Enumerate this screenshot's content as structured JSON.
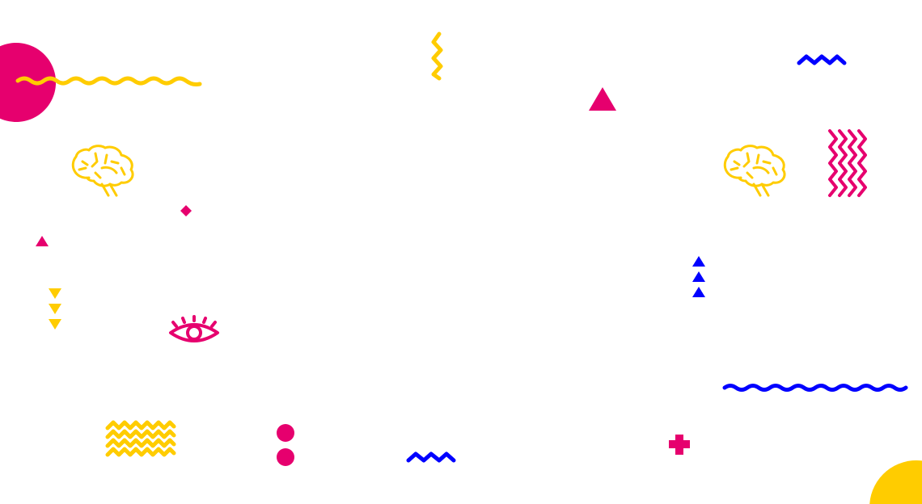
{
  "colors": {
    "pink": "#e6006e",
    "yellow": "#ffcc00",
    "blue": "#0000ff",
    "background": "#ffffff"
  },
  "shapes": [
    "circle",
    "wave",
    "zigzag",
    "triangle",
    "diamond",
    "brain-icon",
    "eye-icon",
    "chevron-pattern",
    "dots",
    "plus"
  ]
}
